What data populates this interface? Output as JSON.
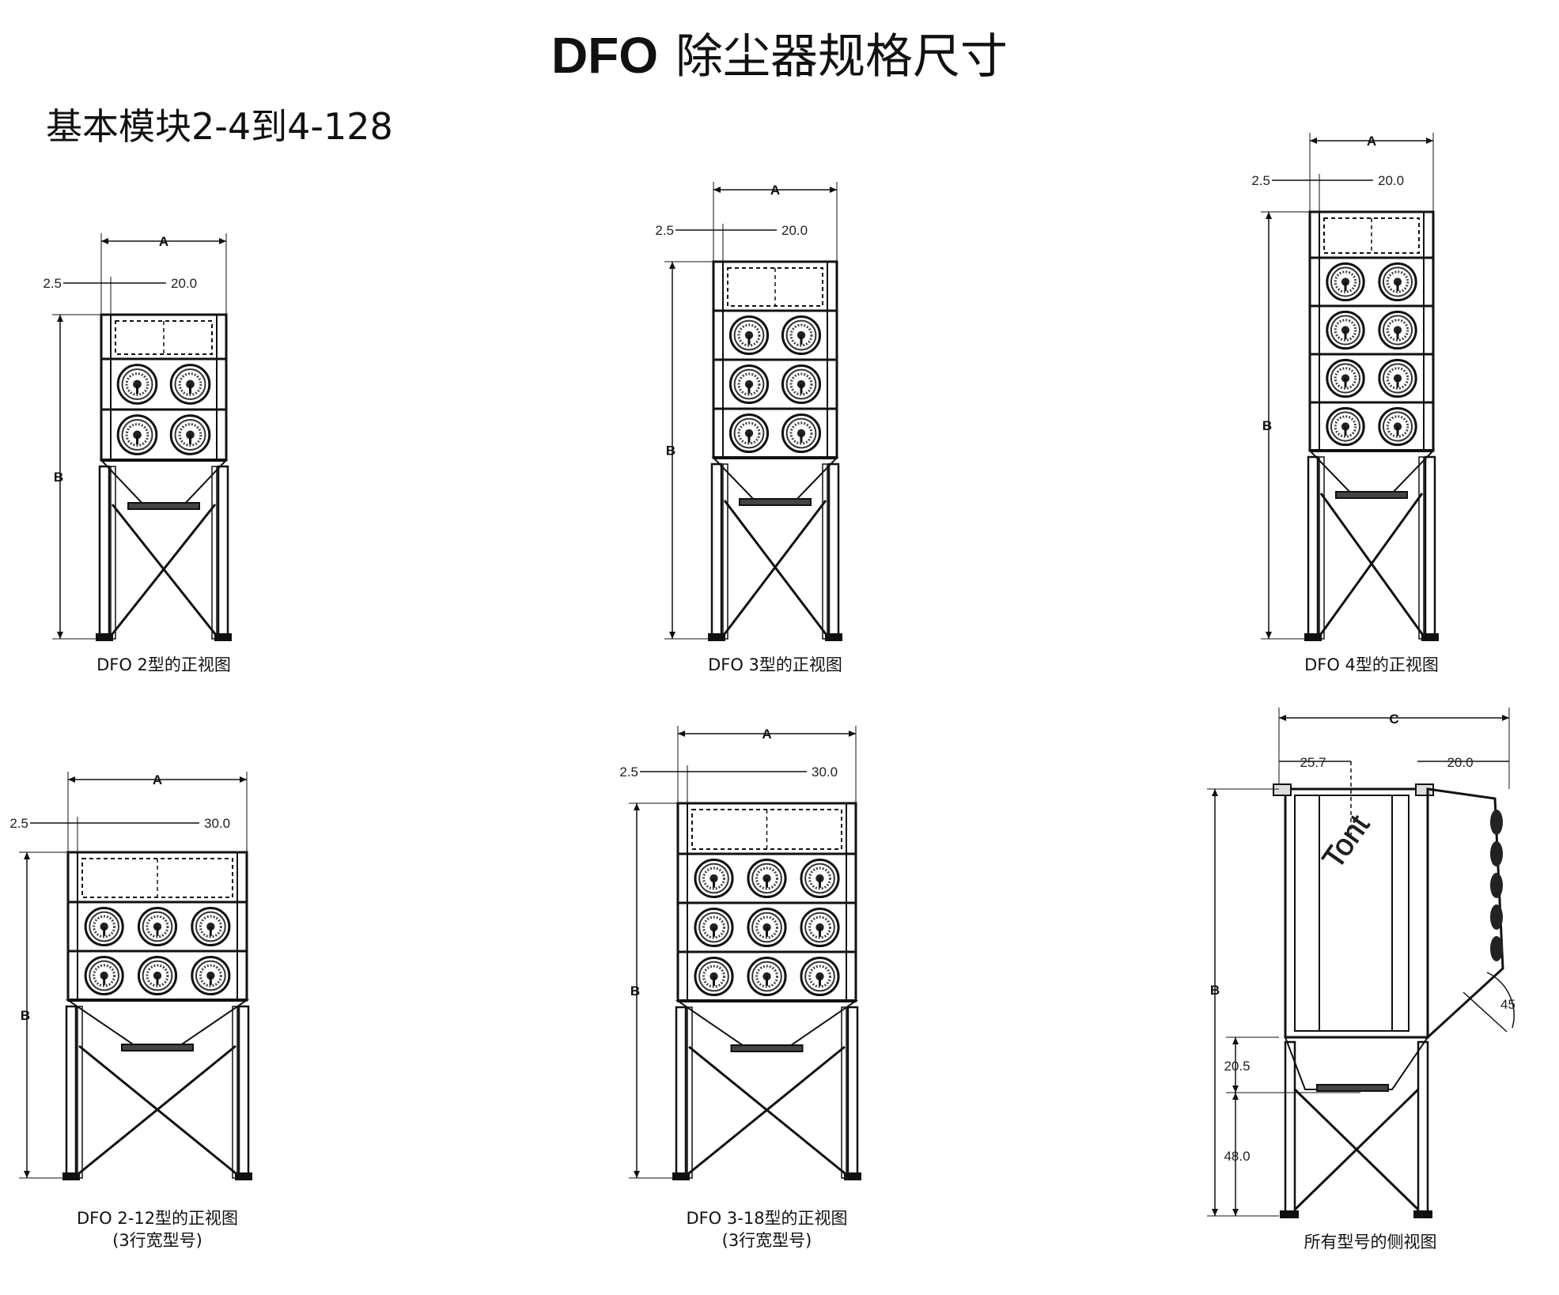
{
  "header": {
    "title_code": "DFO",
    "title_name": "除尘器规格尺寸",
    "subtitle": "基本模块2-4到4-128"
  },
  "dimension_labels": {
    "width": "A",
    "height": "B",
    "depth": "C",
    "offset": "2.5",
    "module_width_small": "20.0",
    "module_width_large": "30.0",
    "side_inlet": "25.7",
    "side_top": "20.0",
    "hopper_height": "20.5",
    "leg_height": "48.0",
    "angle": "45"
  },
  "views": [
    {
      "caption": "DFO 2型的正视图",
      "caption2": ""
    },
    {
      "caption": "DFO 3型的正视图",
      "caption2": ""
    },
    {
      "caption": "DFO 4型的正视图",
      "caption2": ""
    },
    {
      "caption": "DFO 2-12型的正视图",
      "caption2": "(3行宽型号)"
    },
    {
      "caption": "DFO 3-18型的正视图",
      "caption2": "(3行宽型号)"
    },
    {
      "caption": "所有型号的侧视图",
      "caption2": ""
    }
  ],
  "side_view": {
    "brand_text": "Tont"
  }
}
